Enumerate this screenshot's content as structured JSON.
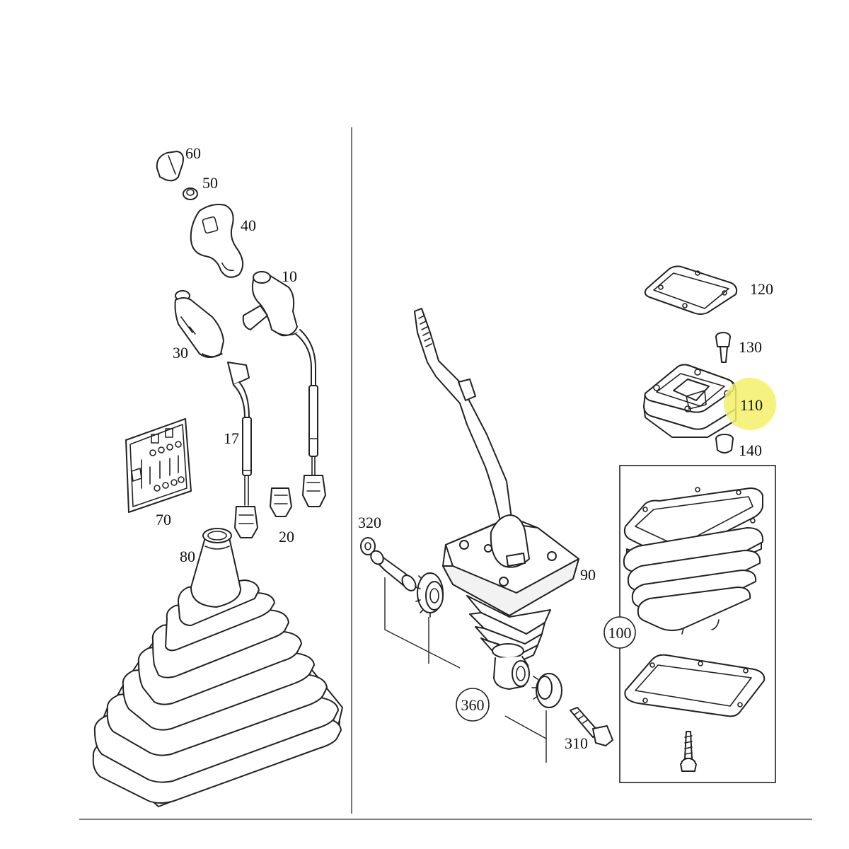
{
  "callouts": {
    "c60": "60",
    "c50": "50",
    "c40": "40",
    "c10": "10",
    "c30": "30",
    "c17": "17",
    "c70": "70",
    "c20": "20",
    "c80": "80",
    "c120": "120",
    "c130": "130",
    "c110": "110",
    "c140": "140",
    "c320": "320",
    "c90": "90",
    "c100": "100",
    "c360": "360",
    "c310": "310"
  },
  "highlighted_callout": "110",
  "highlight_color": "#f3f06a"
}
